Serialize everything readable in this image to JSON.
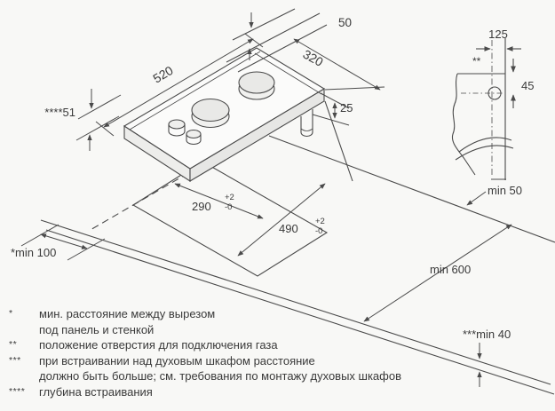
{
  "diagram": {
    "labels": {
      "gap50": "50",
      "width520": "520",
      "depth320": "320",
      "boxDepth25": "25",
      "embedDepth51": "****51",
      "cutWidth290": "290",
      "cutLength490": "490",
      "tolPlus": "+2",
      "tolMinus": "-0",
      "minSide100": "*min 100",
      "worktopDepth600": "min 600",
      "minThickness40": "***min 40",
      "minBack50": "min 50",
      "holeOffset125": "125",
      "holeHeight45": "45",
      "holeMark": "**"
    },
    "footnotes": [
      {
        "marker": "*",
        "lines": [
          "мин. расстояние между вырезом",
          "под панель и стенкой"
        ]
      },
      {
        "marker": "**",
        "lines": [
          "положение отверстия для подключения газа"
        ]
      },
      {
        "marker": "***",
        "lines": [
          "при встраивании над духовым шкафом расстояние",
          "должно быть больше; см. требования по монтажу духовых шкафов"
        ]
      },
      {
        "marker": "****",
        "lines": [
          "глубина встраивания"
        ]
      }
    ],
    "colors": {
      "line": "#4a4a4a",
      "text": "#3a3a3a",
      "bg": "#f8f8f6"
    }
  }
}
